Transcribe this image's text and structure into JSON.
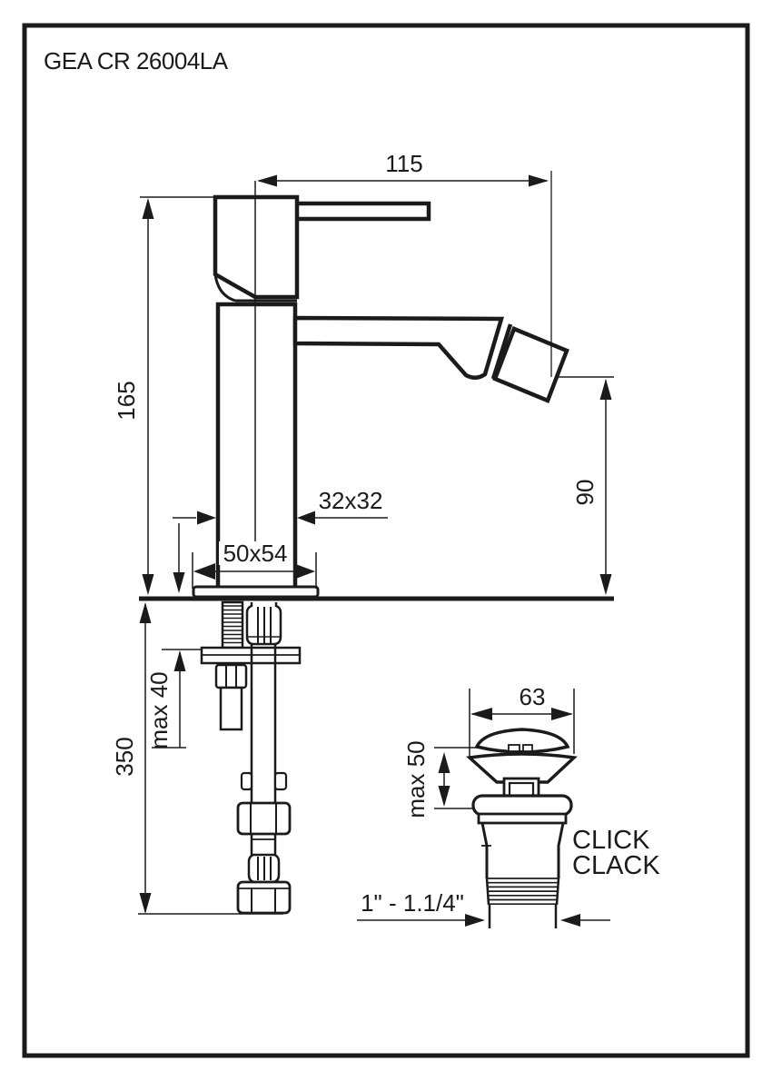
{
  "title": "GEA CR 26004LA",
  "dimensions": {
    "spout_reach": "115",
    "body_height": "165",
    "spout_height": "90",
    "body_section": "32x32",
    "base_plate": "50x54",
    "hose_length": "350",
    "max_deck_thickness": "max 40",
    "drain_cap_diameter": "63",
    "drain_max_height": "max 50",
    "drain_thread": "1\" - 1.1/4\""
  },
  "labels": {
    "drain_type_line1": "CLICK",
    "drain_type_line2": "CLACK"
  },
  "colors": {
    "line": "#1b1b1b",
    "background": "#ffffff"
  }
}
